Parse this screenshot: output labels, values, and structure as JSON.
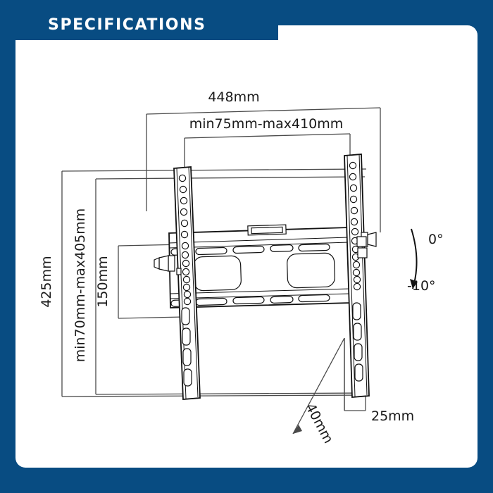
{
  "header": {
    "title": "SPECIFICATIONS",
    "tab_color": "#084C82",
    "title_color": "#FFFFFF"
  },
  "panel": {
    "background": "#FFFFFF",
    "border_color": "#084C82"
  },
  "diagram": {
    "subject": "tilting-tv-wall-mount-bracket",
    "line_color": "#1A1A1A",
    "dimension_line_color": "#4A4A4A",
    "dimensions": {
      "overall_width": "448mm",
      "horizontal_pattern_range": "min75mm-max410mm",
      "overall_height": "425mm",
      "vertical_pattern_range": "min70mm-max405mm",
      "plate_height": "150mm",
      "depth": "40mm",
      "rail_depth": "25mm"
    },
    "tilt": {
      "top_label": "0°",
      "bottom_label": "-10°"
    }
  }
}
